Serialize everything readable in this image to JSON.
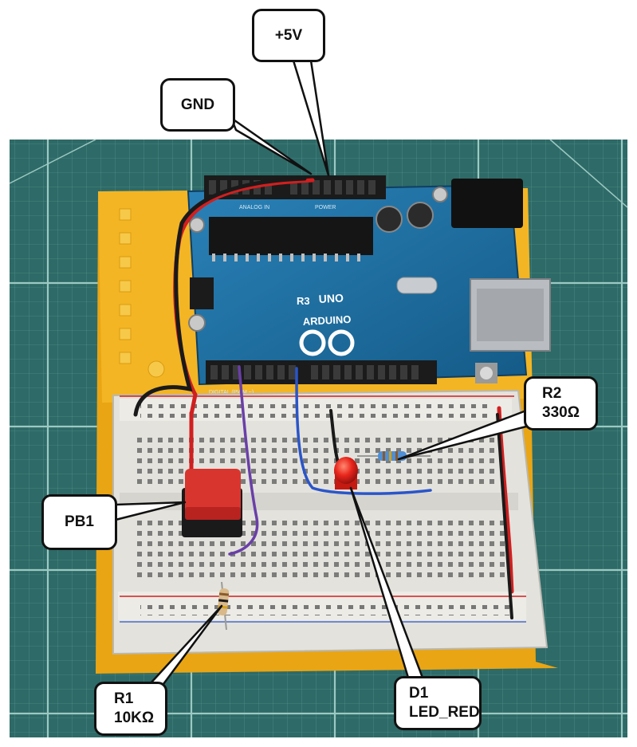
{
  "labels": {
    "vcc": {
      "text": "+5V"
    },
    "gnd": {
      "text": "GND"
    },
    "r2": {
      "line1": "R2",
      "line2": "330Ω"
    },
    "pb1": {
      "text": "PB1"
    },
    "r1": {
      "line1": "R1",
      "line2": "10KΩ"
    },
    "d1": {
      "line1": "D1",
      "line2": "LED_RED"
    }
  },
  "colors": {
    "mat": "#2f6f6c",
    "mat_grid": "#7fb3ae",
    "base_plate": "#f2b21c",
    "board_pcb": "#1e6fa3",
    "breadboard": "#ecebe6",
    "wire_red": "#d11f1f",
    "wire_black": "#1a1a1a",
    "wire_blue": "#2a55c9",
    "wire_purple": "#6a3fa8",
    "button_cap": "#d9352f",
    "led": "#e8251c",
    "callout_line": "#111111"
  },
  "silkscreen": {
    "board_name": "UNO",
    "board_rev": "R3",
    "brand": "ARDUINO",
    "header_analog": "ANALOG IN",
    "header_power": "POWER",
    "header_digital": "DIGITAL (PWM ~)"
  }
}
